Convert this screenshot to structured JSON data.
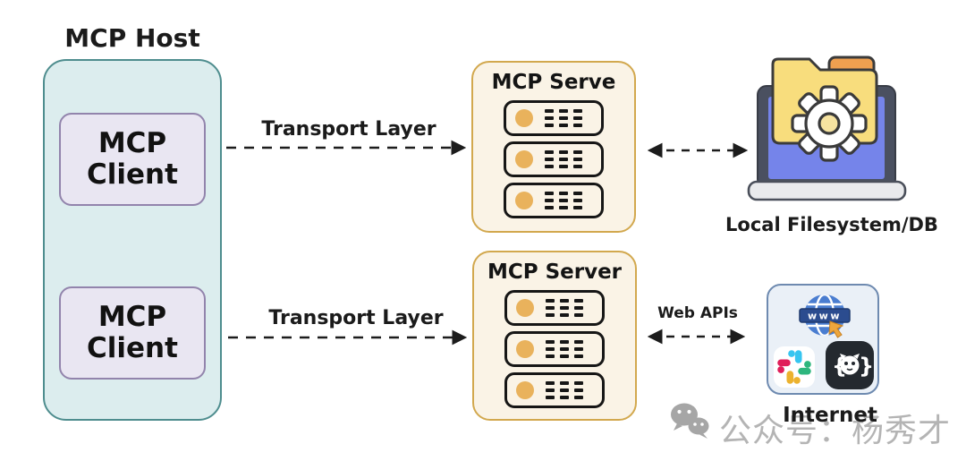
{
  "host": {
    "title": "MCP Host",
    "clients": [
      {
        "label": "MCP Client"
      },
      {
        "label": "MCP Client"
      }
    ]
  },
  "connections": {
    "transport_top": {
      "label": "Transport Layer"
    },
    "transport_bottom": {
      "label": "Transport Layer"
    },
    "web_apis": {
      "label": "Web APIs"
    }
  },
  "servers": [
    {
      "title": "MCP Serve"
    },
    {
      "title": "MCP Server"
    }
  ],
  "filesystem": {
    "label": "Local Filesystem/DB"
  },
  "internet": {
    "label": "Internet",
    "globe_text": "www"
  },
  "watermark": {
    "text": "公众号：杨秀才"
  },
  "colors": {
    "host_fill": "#dcedee",
    "host_border": "#4e8d8e",
    "client_fill": "#e9e6f2",
    "client_border": "#9284ac",
    "server_fill": "#faf3e6",
    "server_border": "#d2a84e",
    "server_led": "#e9b25c",
    "internet_fill": "#eaf0f7",
    "internet_border": "#6e8ab0",
    "arrow": "#1c1c1c",
    "laptop_screen": "#7584ea",
    "folder": "#f8dd7d",
    "folder_tab": "#efa050",
    "globe": "#4a7dd0",
    "globe_banner": "#2b4c8f",
    "globe_cursor": "#eda63d",
    "slack_blue": "#36C5F0",
    "slack_green": "#2EB67D",
    "slack_yellow": "#ECB22E",
    "slack_red": "#E01E5A",
    "github_bg": "#24292f",
    "watermark_gray": "#b4b4b4"
  }
}
